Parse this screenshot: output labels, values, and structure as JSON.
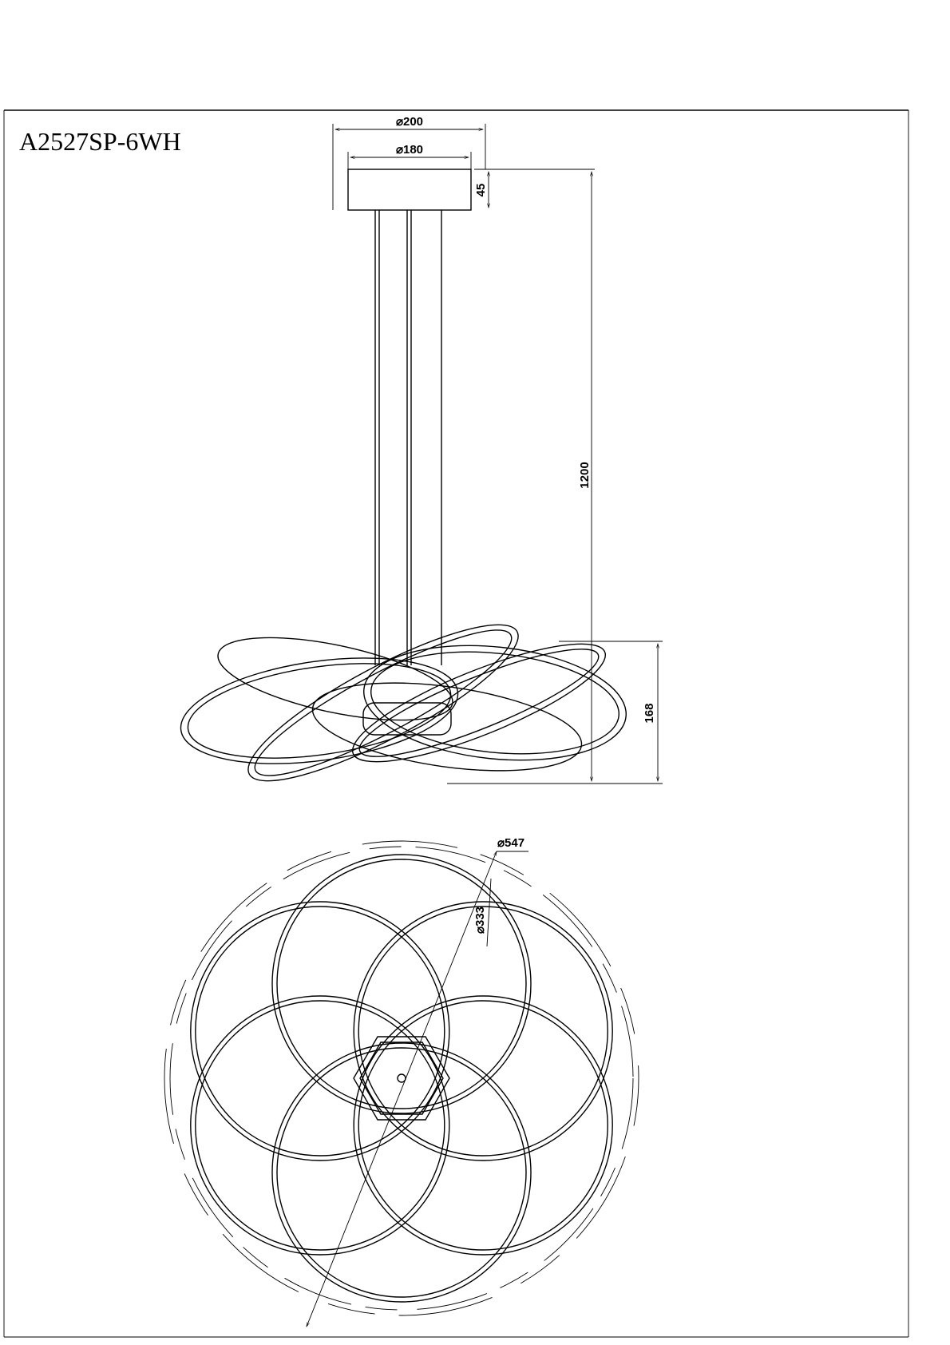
{
  "title": "A2527SP-6WH",
  "dimensions": {
    "canopy_outer": "⌀200",
    "canopy_inner": "⌀180",
    "canopy_height": "45",
    "suspension_length": "1200",
    "body_height": "168",
    "outer_diameter": "⌀547",
    "ring_diameter": "⌀333"
  }
}
